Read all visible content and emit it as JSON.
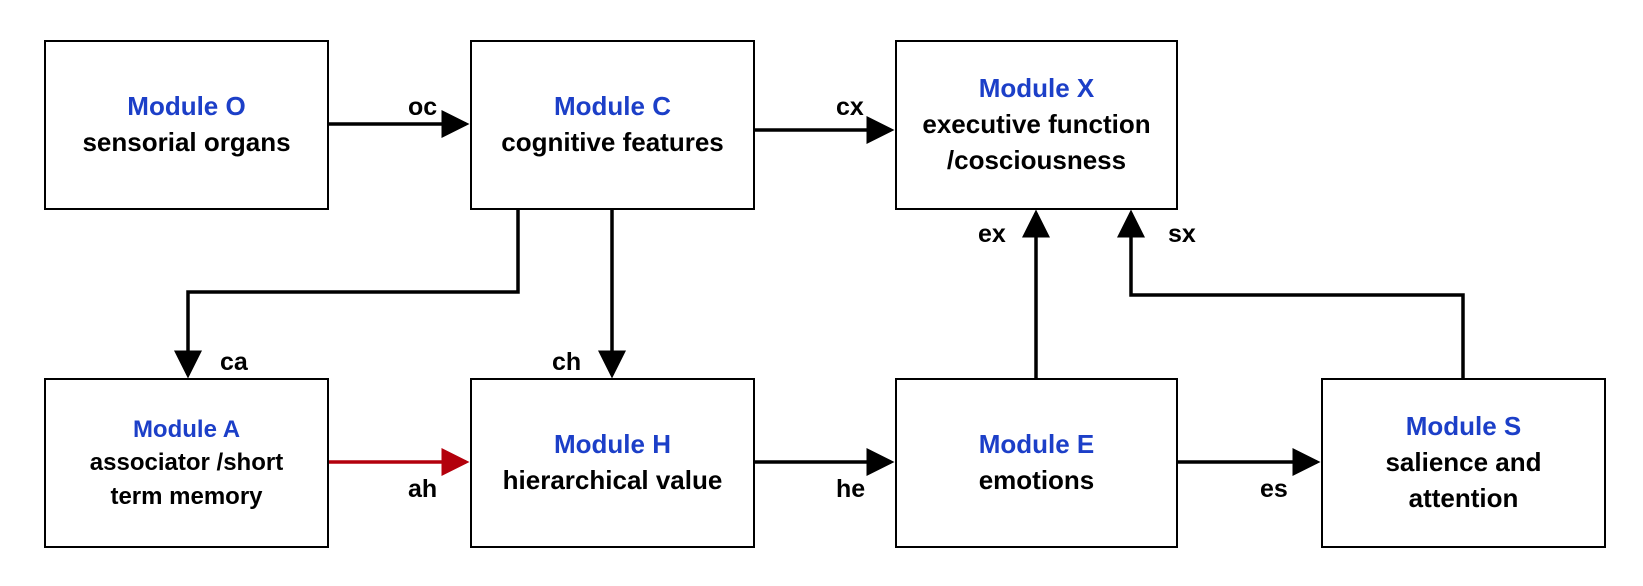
{
  "colors": {
    "module_title": "#1c3fc8",
    "text": "#000000",
    "border": "#000000",
    "arrow": "#000000",
    "highlight_arrow": "#b3000c"
  },
  "modules": {
    "o": {
      "title": "Module O",
      "lines": [
        "sensorial organs"
      ]
    },
    "c": {
      "title": "Module C",
      "lines": [
        "cognitive features"
      ]
    },
    "x": {
      "title": "Module X",
      "lines": [
        "executive function",
        "/cosciousness"
      ]
    },
    "a": {
      "title": "Module A",
      "lines": [
        "associator /short",
        "term memory"
      ]
    },
    "h": {
      "title": "Module H",
      "lines": [
        "hierarchical value"
      ]
    },
    "e": {
      "title": "Module E",
      "lines": [
        "emotions"
      ]
    },
    "s": {
      "title": "Module S",
      "lines": [
        "salience and",
        "attention"
      ]
    }
  },
  "edges": {
    "oc": {
      "label": "oc",
      "from": "Module O",
      "to": "Module C"
    },
    "cx": {
      "label": "cx",
      "from": "Module C",
      "to": "Module X"
    },
    "ca": {
      "label": "ca",
      "from": "Module C",
      "to": "Module A"
    },
    "ch": {
      "label": "ch",
      "from": "Module C",
      "to": "Module H"
    },
    "ah": {
      "label": "ah",
      "from": "Module A",
      "to": "Module H",
      "highlighted": true
    },
    "he": {
      "label": "he",
      "from": "Module H",
      "to": "Module E"
    },
    "es": {
      "label": "es",
      "from": "Module E",
      "to": "Module S"
    },
    "ex": {
      "label": "ex",
      "from": "Module E",
      "to": "Module X"
    },
    "sx": {
      "label": "sx",
      "from": "Module S",
      "to": "Module X"
    }
  }
}
